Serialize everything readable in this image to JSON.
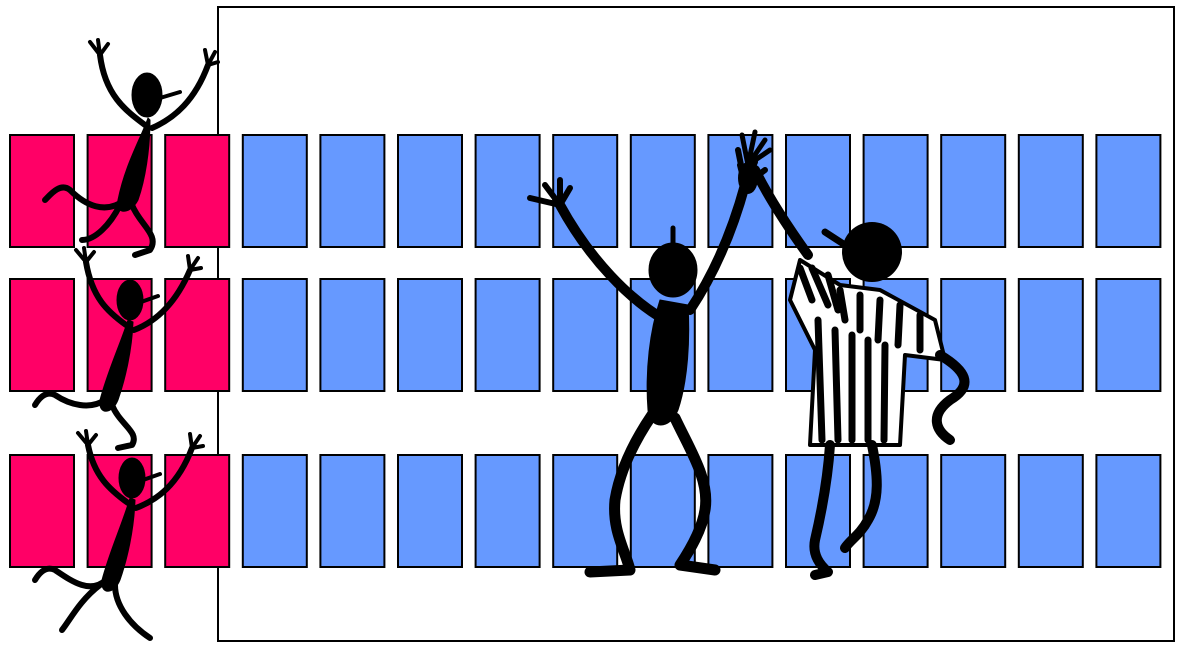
{
  "colors": {
    "selected_cell": "#ff0066",
    "available_cell": "#6699ff",
    "cell_border": "#000000",
    "figure": "#000000",
    "background": "#ffffff"
  },
  "grid": {
    "rows": 3,
    "columns": 15,
    "selected_columns": [
      0,
      1,
      2
    ]
  },
  "figures": [
    {
      "name": "climber-figure-top",
      "icon": "stick-figure-climbing-icon"
    },
    {
      "name": "climber-figure-middle",
      "icon": "stick-figure-climbing-icon"
    },
    {
      "name": "climber-figure-bottom",
      "icon": "stick-figure-climbing-icon"
    },
    {
      "name": "cheering-figure",
      "icon": "stick-figure-cheering-icon"
    },
    {
      "name": "referee-figure",
      "icon": "referee-figure-icon"
    }
  ]
}
